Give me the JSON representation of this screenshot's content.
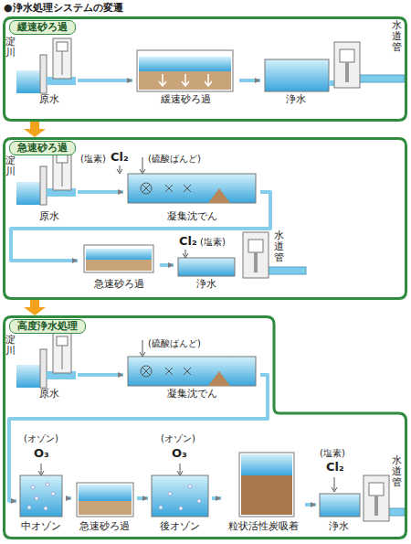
{
  "diagram": {
    "title": "●浄水処理システムの変遷",
    "nodes": [
      {
        "text": [
          "緩速砂ろ過"
        ]
      },
      {
        "text": [
          "原水"
        ],
        "in": 0
      },
      {
        "text": [
          "緩速砂ろ過"
        ],
        "in": 0
      },
      {
        "text": [
          "浄水"
        ],
        "in": 0
      },
      {
        "text": [
          "急速砂ろ過"
        ]
      },
      {
        "text": [
          "原水"
        ],
        "in": 4
      },
      {
        "text": [
          "凝集沈でん"
        ],
        "in": 4
      },
      {
        "text": [
          "急速砂ろ過"
        ],
        "in": 4
      },
      {
        "text": [
          "浄水"
        ],
        "in": 4
      },
      {
        "text": [
          "高度浄水処理"
        ]
      },
      {
        "text": [
          "原水"
        ],
        "in": 9
      },
      {
        "text": [
          "凝集沈でん"
        ],
        "in": 9
      },
      {
        "text": [
          "中オゾン"
        ],
        "in": 9
      },
      {
        "text": [
          "急速砂ろ過"
        ],
        "in": 9
      },
      {
        "text": [
          "後オゾン"
        ],
        "in": 9
      },
      {
        "text": [
          "粒状活性炭吸着"
        ],
        "in": 9
      },
      {
        "text": [
          "浄水"
        ],
        "in": 9
      }
    ],
    "edges": [
      {
        "from": 0,
        "to": 4,
        "arrow": "to"
      },
      {
        "from": 4,
        "to": 9,
        "arrow": "to"
      },
      {
        "from": 1,
        "to": 2,
        "arrow": "to"
      },
      {
        "from": 2,
        "to": 3,
        "arrow": "to"
      },
      {
        "from": 5,
        "to": 6,
        "arrow": "to"
      },
      {
        "from": 6,
        "to": 7,
        "arrow": "to"
      },
      {
        "from": 7,
        "to": 8,
        "arrow": "to"
      },
      {
        "from": 10,
        "to": 11,
        "arrow": "to"
      },
      {
        "from": 11,
        "to": 12,
        "arrow": "to"
      },
      {
        "from": 12,
        "to": 13,
        "arrow": "to"
      },
      {
        "from": 13,
        "to": 14,
        "arrow": "to"
      },
      {
        "from": 14,
        "to": 15,
        "arrow": "to"
      },
      {
        "from": 15,
        "to": 16,
        "arrow": "to"
      }
    ],
    "labels": [
      "淀川",
      "水道管",
      "淀川",
      "(塩素)",
      "Cl₂",
      "(硫酸ばんど)",
      "Cl₂",
      "(塩素)",
      "水道管",
      "淀川",
      "(硫酸ばんど)",
      "(オゾン)",
      "O₃",
      "(オゾン)",
      "O₃",
      "(塩素)",
      "Cl₂",
      "水道管"
    ]
  }
}
